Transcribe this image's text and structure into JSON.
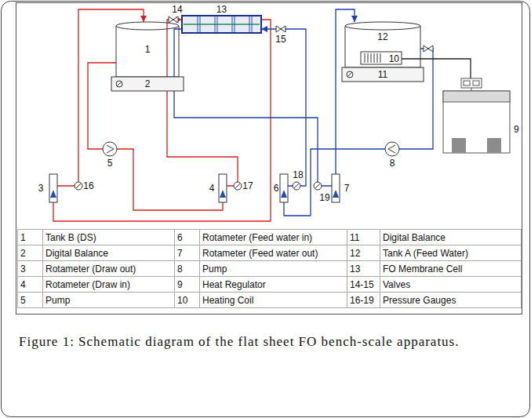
{
  "diagram": {
    "caption": "Figure 1: Schematic diagram of the flat sheet FO bench-scale apparatus.",
    "nodes": [
      {
        "text": [
          "1"
        ]
      },
      {
        "text": [
          "2"
        ]
      },
      {
        "text": [
          "13"
        ]
      },
      {
        "text": [
          "12"
        ]
      },
      {
        "text": [
          "10"
        ],
        "in": 3
      },
      {
        "text": [
          "11"
        ]
      },
      {
        "text": [
          "9"
        ]
      }
    ],
    "edges": [
      {
        "from": 0,
        "to": 2,
        "arrow": "to"
      },
      {
        "from": 2,
        "to": 0,
        "arrow": "to"
      },
      {
        "from": 3,
        "to": 2,
        "arrow": "to"
      },
      {
        "from": 2,
        "to": 3,
        "arrow": "to"
      },
      {
        "from": 4,
        "to": 6,
        "arrow": "none"
      }
    ],
    "labels": [
      "14",
      "15",
      "5",
      "8",
      "3",
      "16",
      "4",
      "17",
      "6",
      "18",
      "19",
      "7",
      "1",
      "Tank B (DS)",
      "6",
      "Rotameter (Feed water in)",
      "11",
      "Digital Balance",
      "2",
      "Digital Balance",
      "7",
      "Rotameter (Feed water out)",
      "12",
      "Tank A (Feed Water)",
      "3",
      "Rotameter (Draw out)",
      "8",
      "Pump",
      "13",
      "FO Membrane Cell",
      "4",
      "Rotameter (Draw in)",
      "9",
      "Heat Regulator",
      "14-15",
      "Valves",
      "5",
      "Pump",
      "10",
      "Heating Coil",
      "16-19",
      "Pressure Gauges"
    ]
  }
}
